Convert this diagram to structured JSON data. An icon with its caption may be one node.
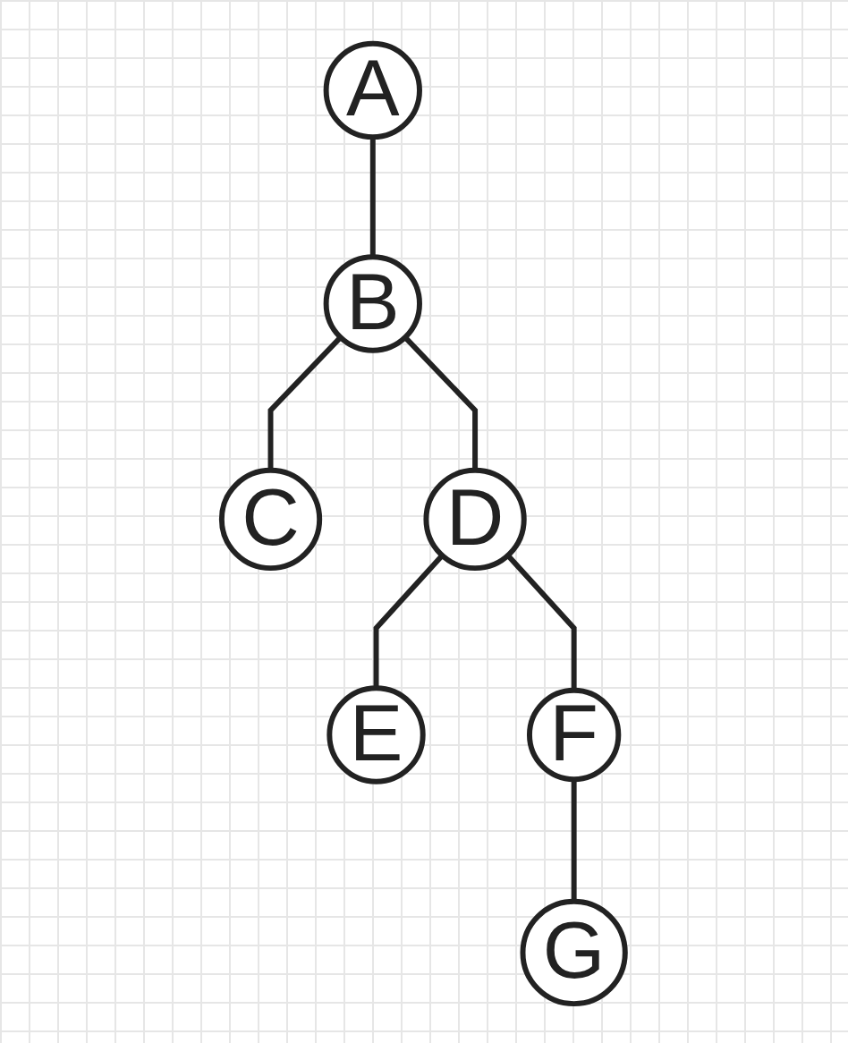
{
  "diagram": {
    "nodes": [
      {
        "text": [
          "A"
        ]
      },
      {
        "text": [
          "B"
        ]
      },
      {
        "text": [
          "C"
        ]
      },
      {
        "text": [
          "D"
        ]
      },
      {
        "text": [
          "E"
        ]
      },
      {
        "text": [
          "F"
        ]
      },
      {
        "text": [
          "G"
        ]
      }
    ],
    "edges": [
      {
        "from": 0,
        "to": 1,
        "arrow": "none"
      },
      {
        "from": 1,
        "to": 2,
        "arrow": "none"
      },
      {
        "from": 1,
        "to": 3,
        "arrow": "none"
      },
      {
        "from": 3,
        "to": 4,
        "arrow": "none"
      },
      {
        "from": 3,
        "to": 5,
        "arrow": "none"
      },
      {
        "from": 5,
        "to": 6,
        "arrow": "none"
      }
    ]
  }
}
